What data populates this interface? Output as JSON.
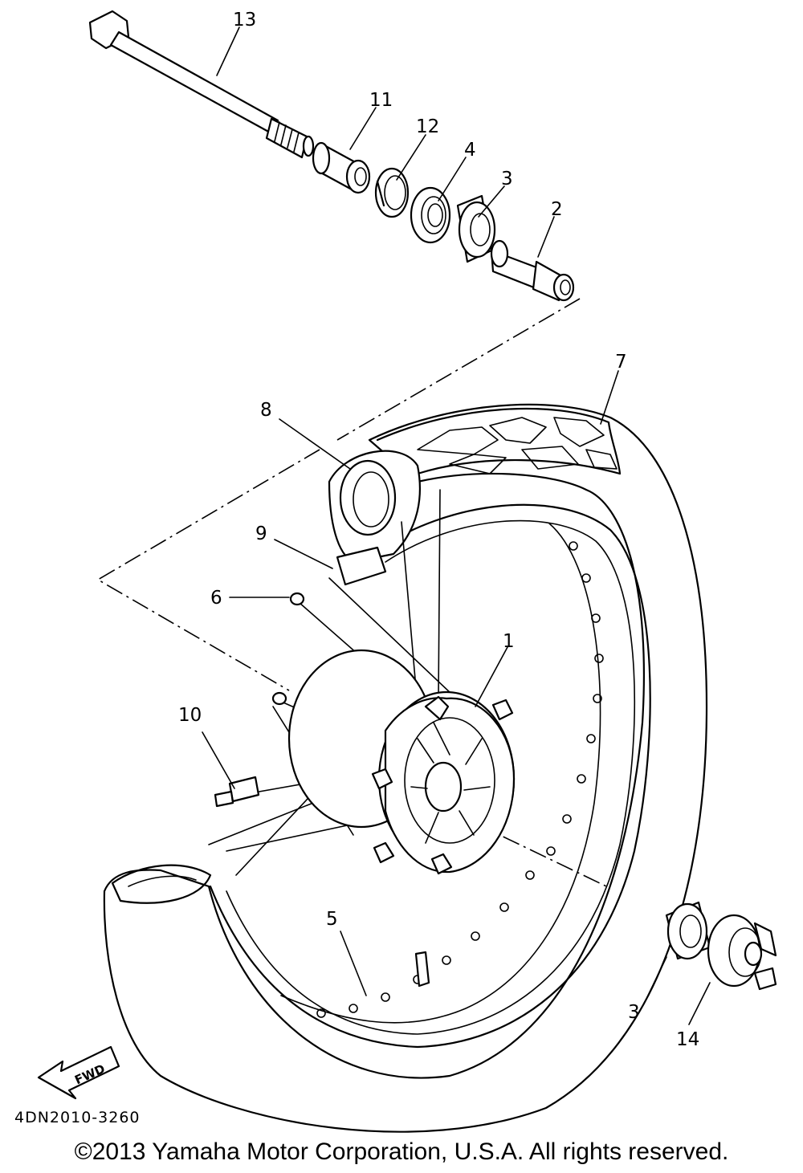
{
  "diagram": {
    "callouts": [
      {
        "id": "c13",
        "label": "13"
      },
      {
        "id": "c11",
        "label": "11"
      },
      {
        "id": "c12",
        "label": "12"
      },
      {
        "id": "c4",
        "label": "4"
      },
      {
        "id": "c3a",
        "label": "3"
      },
      {
        "id": "c2",
        "label": "2"
      },
      {
        "id": "c7",
        "label": "7"
      },
      {
        "id": "c8",
        "label": "8"
      },
      {
        "id": "c9",
        "label": "9"
      },
      {
        "id": "c6",
        "label": "6"
      },
      {
        "id": "c1",
        "label": "1"
      },
      {
        "id": "c10",
        "label": "10"
      },
      {
        "id": "c5",
        "label": "5"
      },
      {
        "id": "c3b",
        "label": "3"
      },
      {
        "id": "c14",
        "label": "14"
      }
    ],
    "direction_arrow": "FWD",
    "diagram_code": "4DN2010-3260"
  },
  "footer": {
    "copyright": "©2013 Yamaha Motor Corporation, U.S.A. All rights reserved."
  }
}
